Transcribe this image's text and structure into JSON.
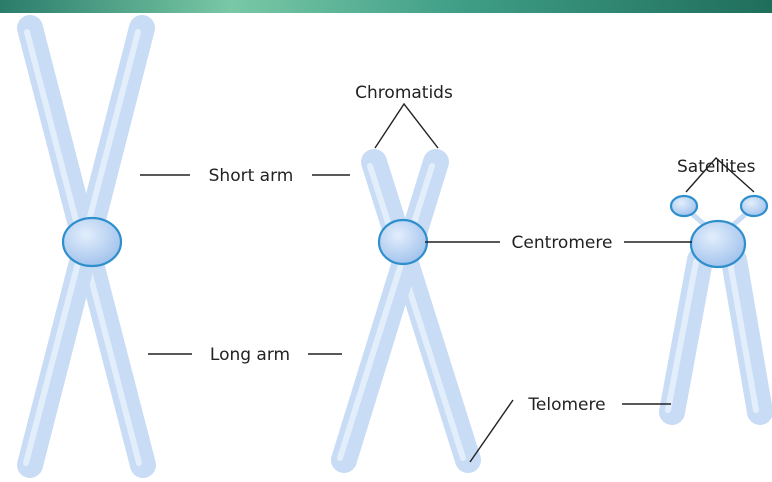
{
  "diagram": {
    "labels": {
      "chromatids": "Chromatids",
      "satellites": "Satellites",
      "short_arm": "Short arm",
      "long_arm": "Long arm",
      "centromere": "Centromere",
      "telomere": "Telomere"
    },
    "colors": {
      "chromosome_fill": "#c9dcf5",
      "chromosome_outline": "#2f8fcc",
      "centromere_fill": "#a9c8ef",
      "leader_line": "#222222",
      "text": "#222222",
      "banner_dark": "#2b7d6b",
      "banner_light": "#79c8a6"
    },
    "chromosomes": [
      {
        "kind": "metaphase-x-chromosome"
      },
      {
        "kind": "two-chromatid-chromosome"
      },
      {
        "kind": "acrocentric-chromosome-with-satellites"
      }
    ]
  }
}
